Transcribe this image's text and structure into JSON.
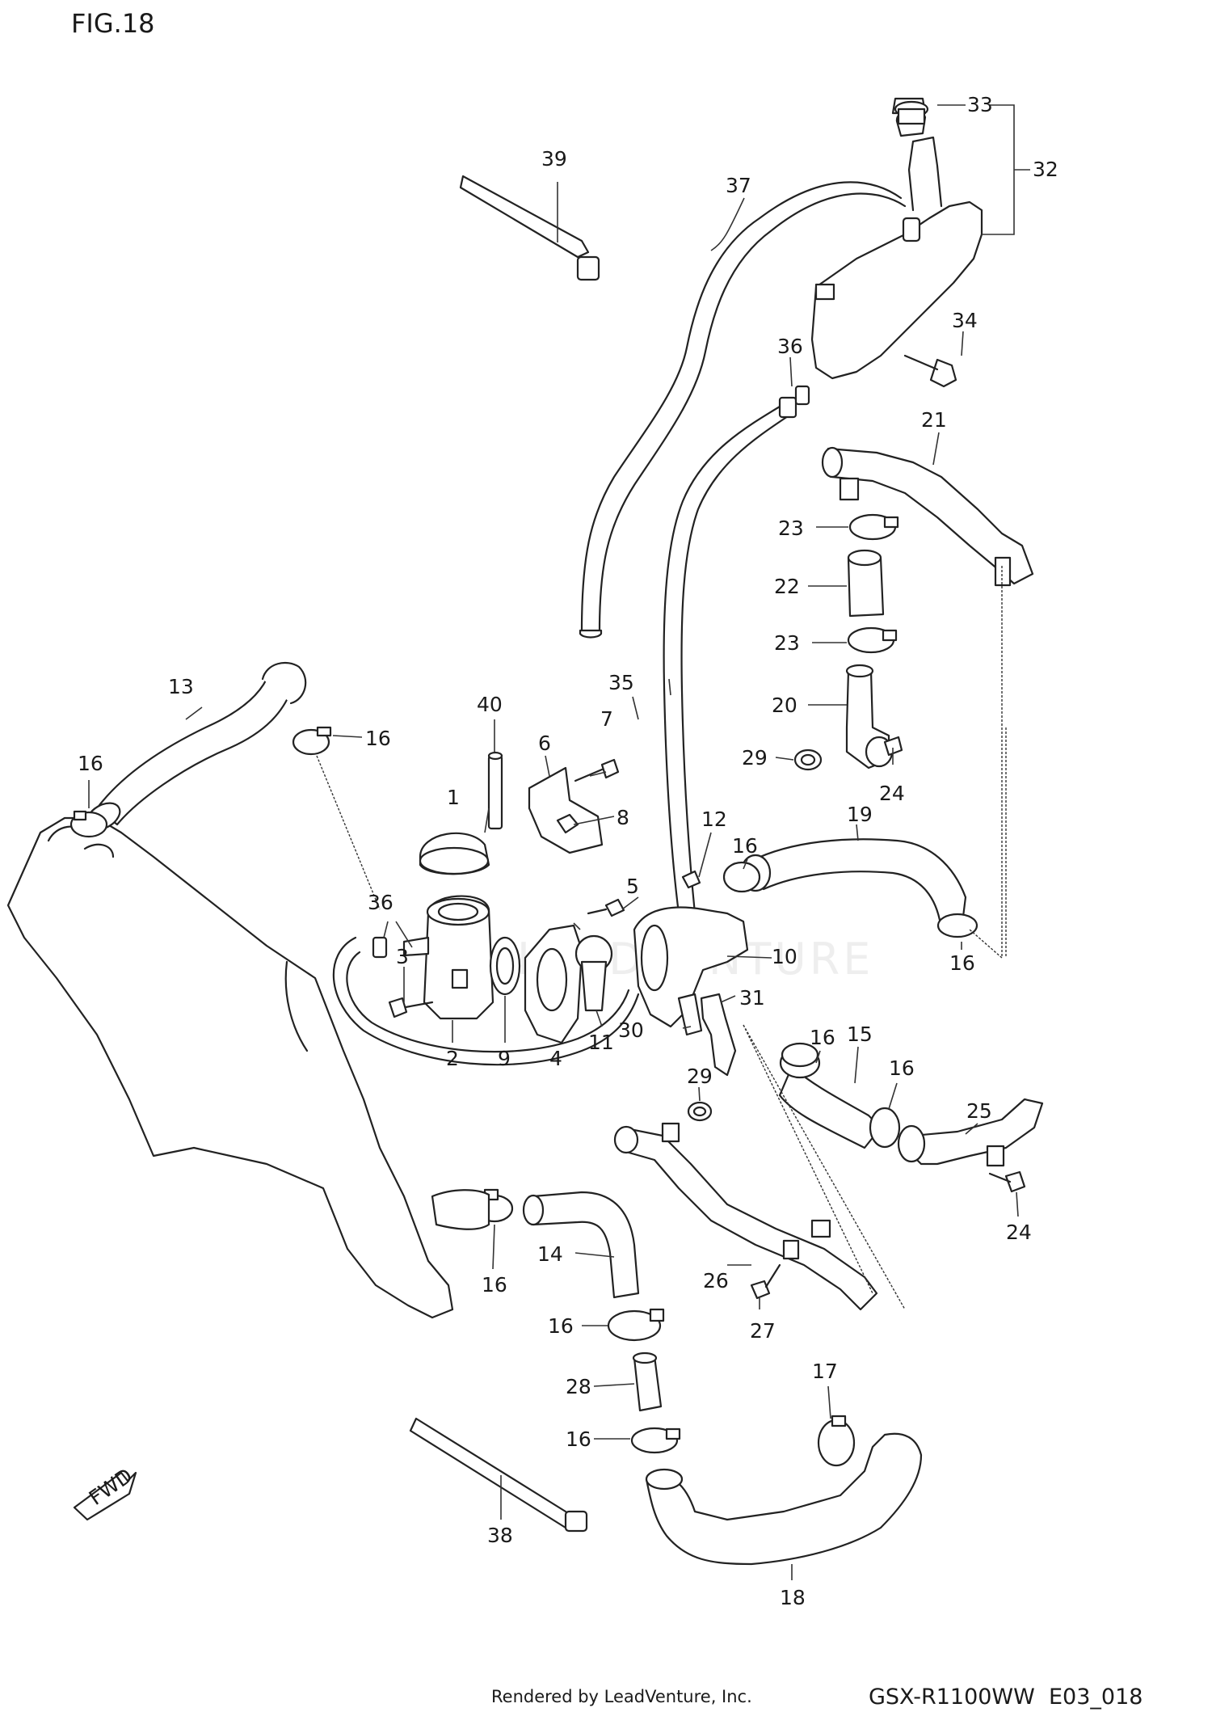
{
  "figure": {
    "title": "FIG.18"
  },
  "watermark": "LEADVENTURE",
  "direction_label": "FWD",
  "footer": {
    "credit": "Rendered by LeadVenture, Inc.",
    "model_code": "GSX-R1100WW  E03_018"
  },
  "callouts": {
    "c1": "1",
    "c2": "2",
    "c3": "3",
    "c4": "4",
    "c5": "5",
    "c6": "6",
    "c7": "7",
    "c8": "8",
    "c9": "9",
    "c10": "10",
    "c11": "11",
    "c12": "12",
    "c13": "13",
    "c14": "14",
    "c15": "15",
    "c16a": "16",
    "c16b": "16",
    "c16c": "16",
    "c16d": "16",
    "c16e": "16",
    "c16f": "16",
    "c16g": "16",
    "c16h": "16",
    "c16i": "16",
    "c17": "17",
    "c18": "18",
    "c19": "19",
    "c20": "20",
    "c21": "21",
    "c22": "22",
    "c23a": "23",
    "c23b": "23",
    "c24a": "24",
    "c24b": "24",
    "c25": "25",
    "c26": "26",
    "c27": "27",
    "c28": "28",
    "c29a": "29",
    "c29b": "29",
    "c30": "30",
    "c31": "31",
    "c32": "32",
    "c33": "33",
    "c34": "34",
    "c35": "35",
    "c36a": "36",
    "c36b": "36",
    "c37": "37",
    "c38": "38",
    "c39": "39",
    "c40": "40"
  }
}
